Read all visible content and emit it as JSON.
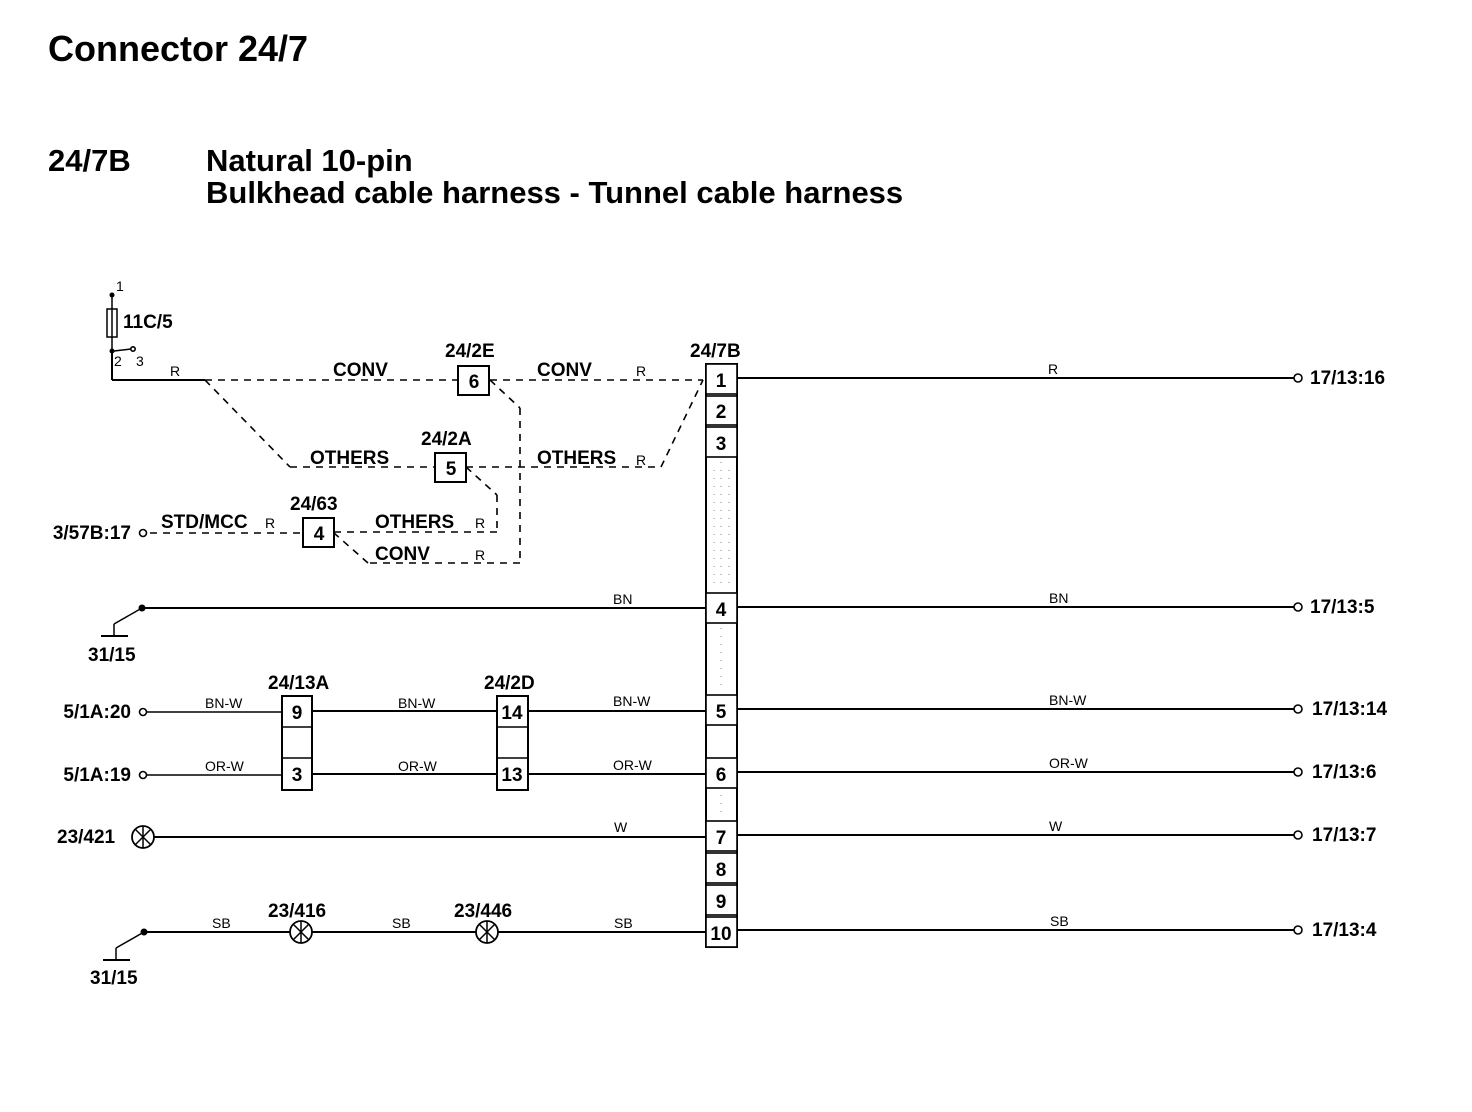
{
  "title": "Connector 24/7",
  "connector": {
    "code": "24/7B",
    "description": "Natural 10-pin",
    "harness": "Bulkhead cable harness - Tunnel cable harness"
  },
  "diagram": {
    "main_connector_label": "24/7B",
    "main_pins": [
      "1",
      "2",
      "3",
      "4",
      "5",
      "6",
      "7",
      "8",
      "9",
      "10"
    ],
    "fuse": {
      "label": "11C/5",
      "pin_top": "1",
      "pin_2": "2",
      "pin_3": "3"
    },
    "intermediate_connectors": [
      {
        "label": "24/2E",
        "pin": "6"
      },
      {
        "label": "24/2A",
        "pin": "5"
      },
      {
        "label": "24/63",
        "pin": "4"
      },
      {
        "label": "24/13A",
        "pins": [
          "9",
          "3"
        ]
      },
      {
        "label": "24/2D",
        "pins": [
          "14",
          "13"
        ]
      }
    ],
    "left_terminals": {
      "t_3_57b": "3/57B:17",
      "t_5_1a_20": "5/1A:20",
      "t_5_1a_19": "5/1A:19",
      "ground_1": "31/15",
      "ground_2": "31/15",
      "lamp_23_421": "23/421",
      "lamp_23_416": "23/416",
      "lamp_23_446": "23/446"
    },
    "right_terminals": {
      "pin1": "17/13:16",
      "pin4": "17/13:5",
      "pin5": "17/13:14",
      "pin6": "17/13:6",
      "pin7": "17/13:7",
      "pin10": "17/13:4"
    },
    "variant_labels": {
      "conv": "CONV",
      "others": "OTHERS",
      "std_mcc": "STD/MCC"
    },
    "wire_colors": {
      "red": "R",
      "brown": "BN",
      "brown_white": "BN-W",
      "orange_white": "OR-W",
      "white": "W",
      "black": "SB"
    }
  }
}
